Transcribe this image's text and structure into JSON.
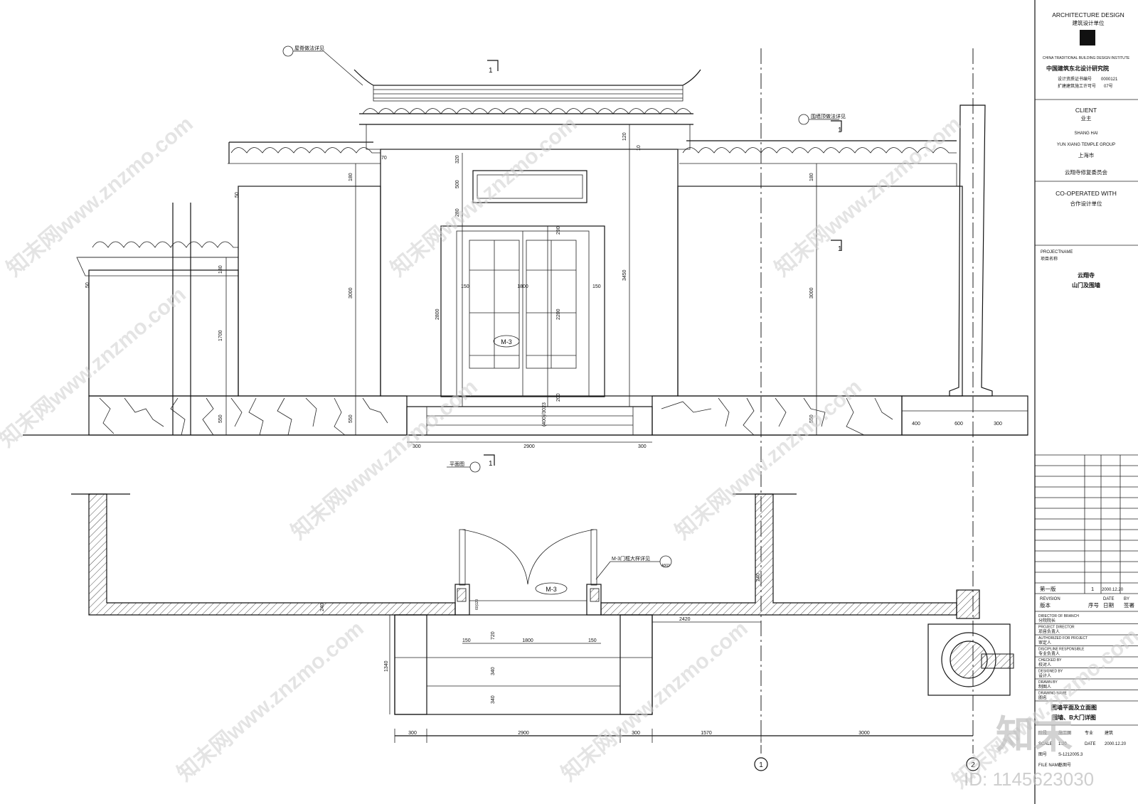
{
  "title_block": {
    "firm_en": "ARCHITECTURE DESIGN",
    "firm_cn": "建筑设计单位",
    "firm_line": "CHINA TRADITIONAL BUILDING DESIGN INSTITUTE",
    "firm_name": "中国建筑东北设计研究院",
    "cert_label": "设计资质证书编号",
    "cert_value": "0000121",
    "reg_label": "扩建建筑施工许可号",
    "reg_value": "07号",
    "client_en": "CLIENT",
    "client_cn": "业主",
    "client_pinyin": "SHANG HAI",
    "client_en_name": "YUN XIANG TEMPLE GROUP",
    "client_city": "上海市",
    "client_name": "云翔寺修复委员会",
    "coop_en": "CO-OPERATED WITH",
    "coop_cn": "合作设计单位",
    "project_en": "PROJECTNAME",
    "project_cn": "项目名称",
    "project_line1": "云翔寺",
    "project_line2": "山门及围墙",
    "revision_no": "第一版",
    "revision_num": "1",
    "revision_date": "2000.12.20",
    "revision_en": "REVISION",
    "revision_cn": "版本",
    "rev_no_cn": "序号",
    "date_en": "DATE",
    "date_cn": "日期",
    "by_en": "BY",
    "by_cn": "签署",
    "roles": [
      {
        "en": "DIRECTOR OF BRANCH",
        "cn": "分院院长"
      },
      {
        "en": "PROJECT DIRECTOR",
        "cn": "项目负责人"
      },
      {
        "en": "AUTHORIZED FOR PROJECT",
        "cn": "审定人"
      },
      {
        "en": "DISCIPLINE RESPONSIBLE",
        "cn": "专业负责人"
      },
      {
        "en": "CHECKED BY",
        "cn": "校对人"
      },
      {
        "en": "DESIGNED BY",
        "cn": "设计人"
      },
      {
        "en": "DRAWN BY",
        "cn": "制图人"
      },
      {
        "en": "DRAWING NAME",
        "cn": "图名"
      }
    ],
    "drawing_name_1": "围墙平面及立面图",
    "drawing_name_2": "围墙、B大门详图",
    "meta": [
      {
        "k": "阶段",
        "v": "施工图",
        "k2": "专业",
        "v2": "建筑"
      },
      {
        "k": "SCALE",
        "v": "1:20",
        "k2": "DATE",
        "v2": "2000.12.20"
      },
      {
        "k": "图号",
        "v": "S-1212005.3",
        "k2": "",
        "v2": ""
      },
      {
        "k": "FILE NAME",
        "v": "总图号",
        "k2": "",
        "v2": ""
      }
    ]
  },
  "elevation": {
    "callout_top": "屋脊做法详见",
    "callout_right": "围墙顶做法详见",
    "section_marks": [
      "1",
      "1",
      "1",
      "1"
    ],
    "door_tag": "M-3",
    "plan_callout": "平面图",
    "dims_vertical": [
      "320",
      "500",
      "280",
      "290",
      "2800",
      "2200",
      "200",
      "3450",
      "120",
      "3000",
      "180",
      "1700",
      "180",
      "3000",
      "180",
      "550",
      "550",
      "550",
      "50",
      "50",
      "70",
      "10"
    ],
    "dims_h": {
      "door_w": "1800",
      "door_side": "150",
      "steps": "(400)/3023",
      "base_l": "300",
      "base_w": "2900",
      "base_r": "300"
    },
    "pilaster": {
      "a": "400",
      "b": "600",
      "c": "300"
    }
  },
  "plan": {
    "door_tag": "M-3",
    "door_detail": "M-3门框大样详见",
    "detail_ref": "A503",
    "wall_thk": "240",
    "wall_thk2": "240",
    "door_w": "1800",
    "door_side_l": "150",
    "door_side_r": "150",
    "frame": "60|120",
    "step_d": "720",
    "step_1": "340",
    "step_2": "340",
    "step_total": "1340",
    "gap": "2420",
    "bottom_dims": [
      "300",
      "2900",
      "300",
      "1570",
      "3000"
    ],
    "axes": [
      "1",
      "2"
    ]
  },
  "watermark": {
    "brand": "知末网www.znzmo.com",
    "logo": "知末",
    "id": "ID: 1145623030"
  }
}
